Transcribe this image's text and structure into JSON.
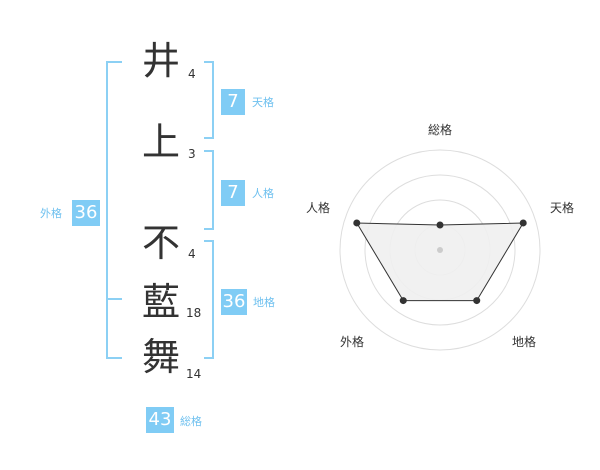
{
  "name": {
    "chars": [
      {
        "char": "井",
        "strokes": "4"
      },
      {
        "char": "上",
        "strokes": "3"
      },
      {
        "char": "不",
        "strokes": "4"
      },
      {
        "char": "藍",
        "strokes": "18"
      },
      {
        "char": "舞",
        "strokes": "14"
      }
    ]
  },
  "kakusu": {
    "tenkaku": {
      "value": "7",
      "label": "天格"
    },
    "jinkaku": {
      "value": "7",
      "label": "人格"
    },
    "chikaku": {
      "value": "36",
      "label": "地格"
    },
    "gaikaku": {
      "value": "36",
      "label": "外格"
    },
    "soukaku": {
      "value": "43",
      "label": "総格"
    }
  },
  "radar": {
    "labels": [
      "総格",
      "天格",
      "地格",
      "外格",
      "人格"
    ],
    "values": [
      1.0,
      3.5,
      2.5,
      2.5,
      3.5
    ],
    "max": 4,
    "colors": {
      "fill": "#f0f0f0",
      "line": "#333333",
      "ring": "#dddddd"
    }
  },
  "colors": {
    "accent": "#80ccf5",
    "bracket": "#8cd0f4"
  }
}
